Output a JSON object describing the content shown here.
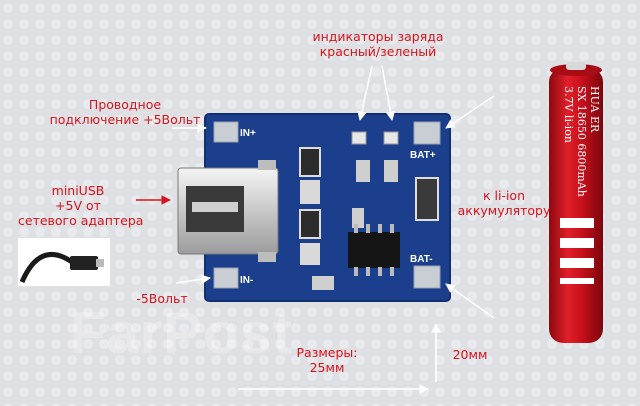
{
  "labels": {
    "indicators_line1": "индикаторы заряда",
    "indicators_line2": "красный/зеленый",
    "wired_line1": "Проводное",
    "wired_line2": "подключение +5Вольт",
    "miniusb_line1": "miniUSB",
    "miniusb_line2": "+5V от",
    "miniusb_line3": "сетевого адаптера",
    "minus": "-5Вольт",
    "li_line1": "к li-ion",
    "li_line2": "аккумулятору",
    "size_line1": "Размеры:",
    "size_line2": "25мм",
    "height": "20мм"
  },
  "board": {
    "pad_in_plus": "IN+",
    "pad_in_minus": "IN-",
    "pad_bat_plus": "BAT+",
    "pad_bat_minus": "BAT-"
  },
  "battery": {
    "brand": "HUA ER",
    "line_sx": "SX 18650 6800mAh",
    "line_v": "3.7V li-ion"
  },
  "watermark": "FarPost",
  "colors": {
    "label_red": "#d8141b",
    "pcb_blue": "#1b3f8c",
    "battery_red": "#c8101c",
    "background": "#e4e5e9"
  }
}
